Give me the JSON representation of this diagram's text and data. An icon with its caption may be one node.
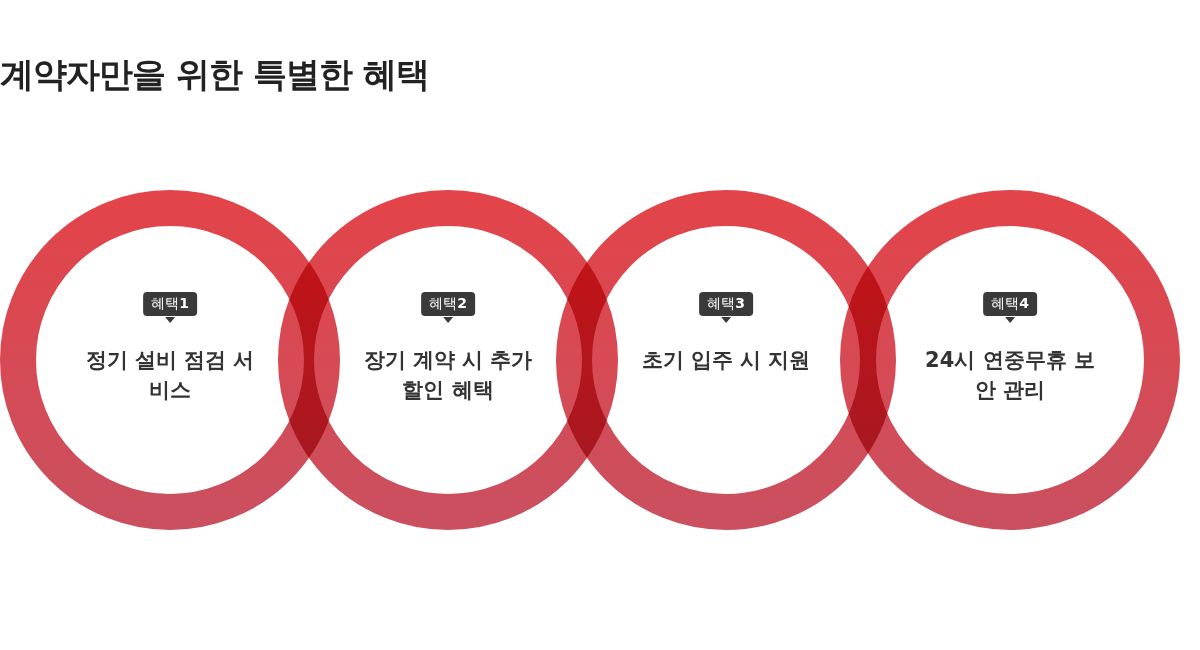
{
  "diagram": {
    "title": "계약자만을 위한 특별한 혜택",
    "nodes": [
      {
        "text": [
          "혜택**1**",
          "정기 설비 점검 서비스"
        ]
      },
      {
        "text": [
          "혜택**2**",
          "장기 계약 시 추가 할인 혜택"
        ]
      },
      {
        "text": [
          "혜택**3**",
          "초기 입주 시 지원"
        ]
      },
      {
        "text": [
          "혜택**4**",
          "24시 연중무휴 보안 관리"
        ]
      }
    ]
  }
}
